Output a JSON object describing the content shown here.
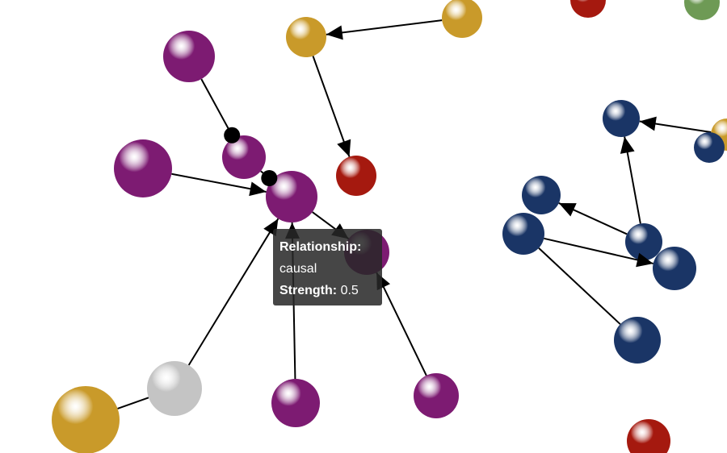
{
  "graph": {
    "colors": {
      "purple": "#7d1b72",
      "gold": "#c99a2a",
      "red": "#a5190f",
      "navy": "#1a3566",
      "grey": "#c4c4c4",
      "green": "#6e9a55",
      "edge": "#000000"
    },
    "nodes": [
      {
        "id": "purple-top",
        "group": "purple",
        "label": ""
      },
      {
        "id": "purple-small",
        "group": "purple",
        "label": ""
      },
      {
        "id": "purple-left",
        "group": "purple",
        "label": ""
      },
      {
        "id": "purple-hub",
        "group": "purple",
        "label": ""
      },
      {
        "id": "purple-right",
        "group": "purple",
        "label": ""
      },
      {
        "id": "purple-bottom",
        "group": "purple",
        "label": ""
      },
      {
        "id": "purple-bottom-right",
        "group": "purple",
        "label": ""
      },
      {
        "id": "gold-mid",
        "group": "gold",
        "label": ""
      },
      {
        "id": "gold-top-right",
        "group": "gold",
        "label": ""
      },
      {
        "id": "gold-bottom-left",
        "group": "gold",
        "label": ""
      },
      {
        "id": "gold-edge-right",
        "group": "gold",
        "label": ""
      },
      {
        "id": "red-mid",
        "group": "red",
        "label": ""
      },
      {
        "id": "red-top",
        "group": "red",
        "label": ""
      },
      {
        "id": "red-bottom",
        "group": "red",
        "label": ""
      },
      {
        "id": "grey-node",
        "group": "grey",
        "label": ""
      },
      {
        "id": "green-corner",
        "group": "green",
        "label": ""
      },
      {
        "id": "navy-top",
        "group": "navy",
        "label": ""
      },
      {
        "id": "navy-top-right",
        "group": "navy",
        "label": ""
      },
      {
        "id": "navy-left",
        "group": "navy",
        "label": ""
      },
      {
        "id": "navy-left-large",
        "group": "navy",
        "label": ""
      },
      {
        "id": "navy-center",
        "group": "navy",
        "label": ""
      },
      {
        "id": "navy-right",
        "group": "navy",
        "label": ""
      },
      {
        "id": "navy-bottom",
        "group": "navy",
        "label": ""
      }
    ],
    "edges": [
      {
        "from": "purple-top",
        "to": "purple-small",
        "head": "dot"
      },
      {
        "from": "purple-small",
        "to": "purple-hub",
        "head": "dot"
      },
      {
        "from": "purple-left",
        "to": "purple-hub",
        "head": "arrow"
      },
      {
        "from": "purple-hub",
        "to": "purple-right",
        "head": "arrow"
      },
      {
        "from": "purple-bottom",
        "to": "purple-hub",
        "head": "arrow"
      },
      {
        "from": "grey-node",
        "to": "purple-hub",
        "head": "arrow"
      },
      {
        "from": "gold-bottom-left",
        "to": "grey-node",
        "head": "none"
      },
      {
        "from": "purple-bottom-right",
        "to": "purple-right",
        "head": "arrow"
      },
      {
        "from": "gold-top-right",
        "to": "gold-mid",
        "head": "arrow"
      },
      {
        "from": "gold-mid",
        "to": "red-mid",
        "head": "arrow"
      },
      {
        "from": "gold-edge-right",
        "to": "navy-top",
        "head": "arrow"
      },
      {
        "from": "navy-center",
        "to": "navy-top",
        "head": "arrow"
      },
      {
        "from": "navy-center",
        "to": "navy-left",
        "head": "arrow"
      },
      {
        "from": "navy-left-large",
        "to": "navy-right",
        "head": "arrow"
      },
      {
        "from": "navy-bottom",
        "to": "navy-left-large",
        "head": "none"
      }
    ]
  },
  "tooltip": {
    "relationship_key": "Relationship:",
    "relationship_value": "causal",
    "strength_key": "Strength:",
    "strength_value": "0.5"
  }
}
